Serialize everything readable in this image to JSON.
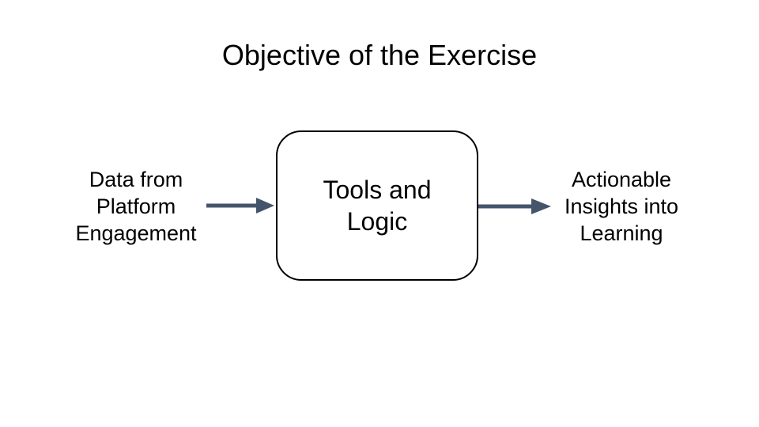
{
  "slide": {
    "title": "Objective of the Exercise"
  },
  "diagram": {
    "source_label": "Data from\nPlatform\nEngagement",
    "process_label": "Tools and\nLogic",
    "output_label": "Actionable\nInsights into\nLearning"
  },
  "colors": {
    "arrow": "#44546A",
    "box_border": "#000000",
    "text": "#000000",
    "background": "#FFFFFF"
  }
}
